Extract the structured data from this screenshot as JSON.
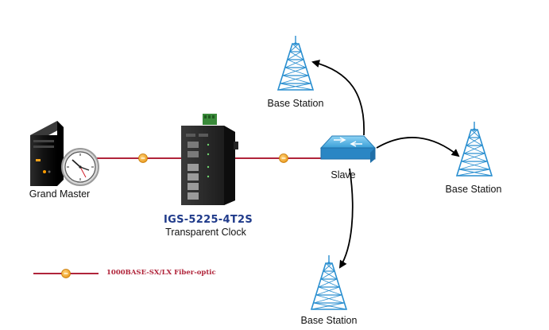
{
  "devices": {
    "grand_master": {
      "label": "Grand Master"
    },
    "switch": {
      "model": "IGS-5225-4T2S",
      "role": "Transparent Clock"
    },
    "slave": {
      "label": "Slave"
    },
    "base_stations": [
      {
        "label": "Base Station"
      },
      {
        "label": "Base Station"
      },
      {
        "label": "Base Station"
      }
    ]
  },
  "legend": {
    "text": "1000BASE-SX/LX Fiber-optic"
  },
  "colors": {
    "fiber_link": "#b0243a",
    "connector": "#f5a21a",
    "model_text": "#1f3a8a",
    "tower": "#2a8fd0",
    "switch_body": "#3aa0d8"
  },
  "icons": [
    "server-icon",
    "clock-icon",
    "industrial-switch-icon",
    "network-switch-icon",
    "cell-tower-icon",
    "fiber-connector-icon"
  ]
}
